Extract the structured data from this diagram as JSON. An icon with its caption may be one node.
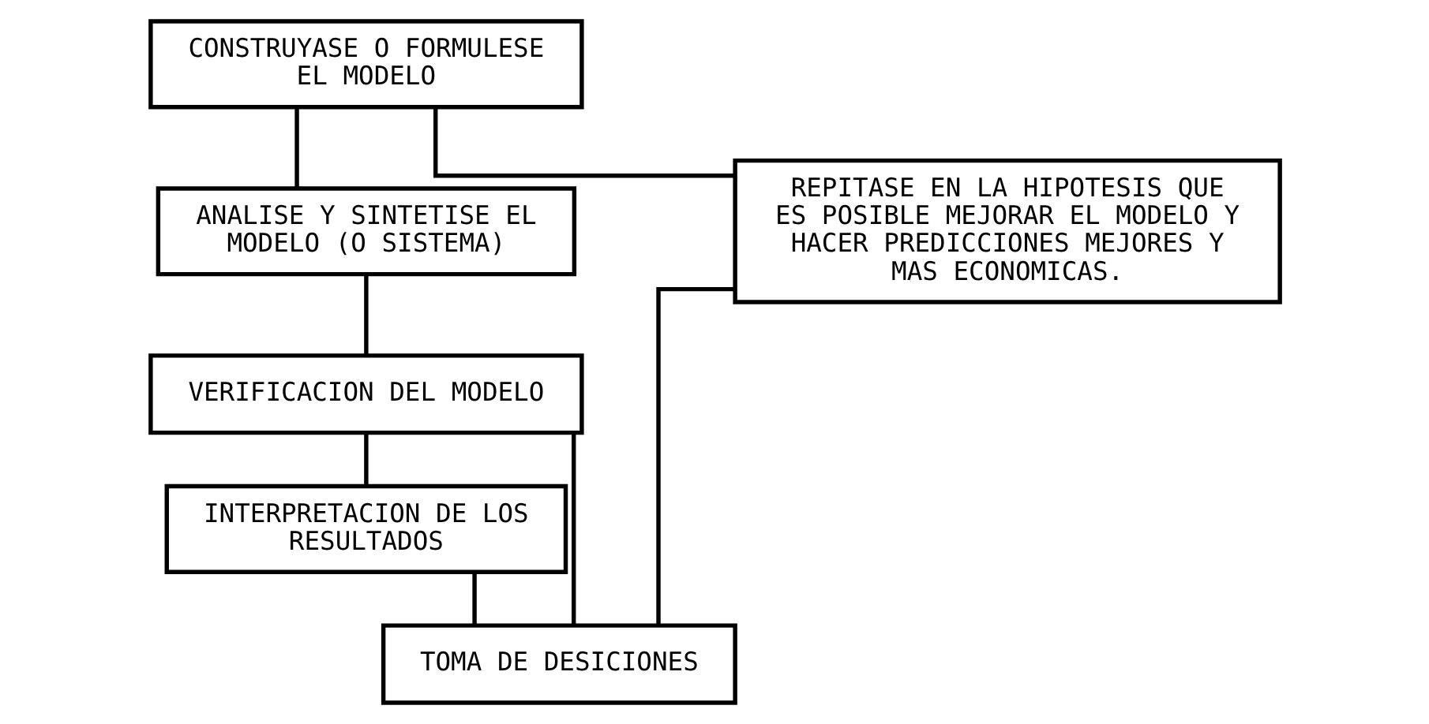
{
  "diagram": {
    "nodes": [
      {
        "text": [
          "CONSTRUYASE O FORMULESE EL MODELO"
        ]
      },
      {
        "text": [
          "ANALISE Y SINTETISE EL MODELO (O SISTEMA)"
        ]
      },
      {
        "text": [
          "VERIFICACION DEL MODELO"
        ]
      },
      {
        "text": [
          "INTERPRETACION DE LOS RESULTADOS"
        ]
      },
      {
        "text": [
          "TOMA DE DESICIONES"
        ]
      },
      {
        "text": [
          "REPITASE EN LA HIPOTESIS QUE ES POSIBLE MEJORAR EL MODELO Y HACER PREDICCIONES MEJORES Y MAS ECONOMICAS."
        ]
      }
    ],
    "edges": [
      {
        "from": 0,
        "to": 1,
        "arrow": "none"
      },
      {
        "from": 1,
        "to": 2,
        "arrow": "none"
      },
      {
        "from": 2,
        "to": 3,
        "arrow": "none"
      },
      {
        "from": 3,
        "to": 4,
        "arrow": "none"
      },
      {
        "from": 0,
        "to": 5,
        "arrow": "none"
      },
      {
        "from": 2,
        "to": 4,
        "arrow": "none"
      },
      {
        "from": 5,
        "to": 4,
        "arrow": "none"
      }
    ]
  }
}
